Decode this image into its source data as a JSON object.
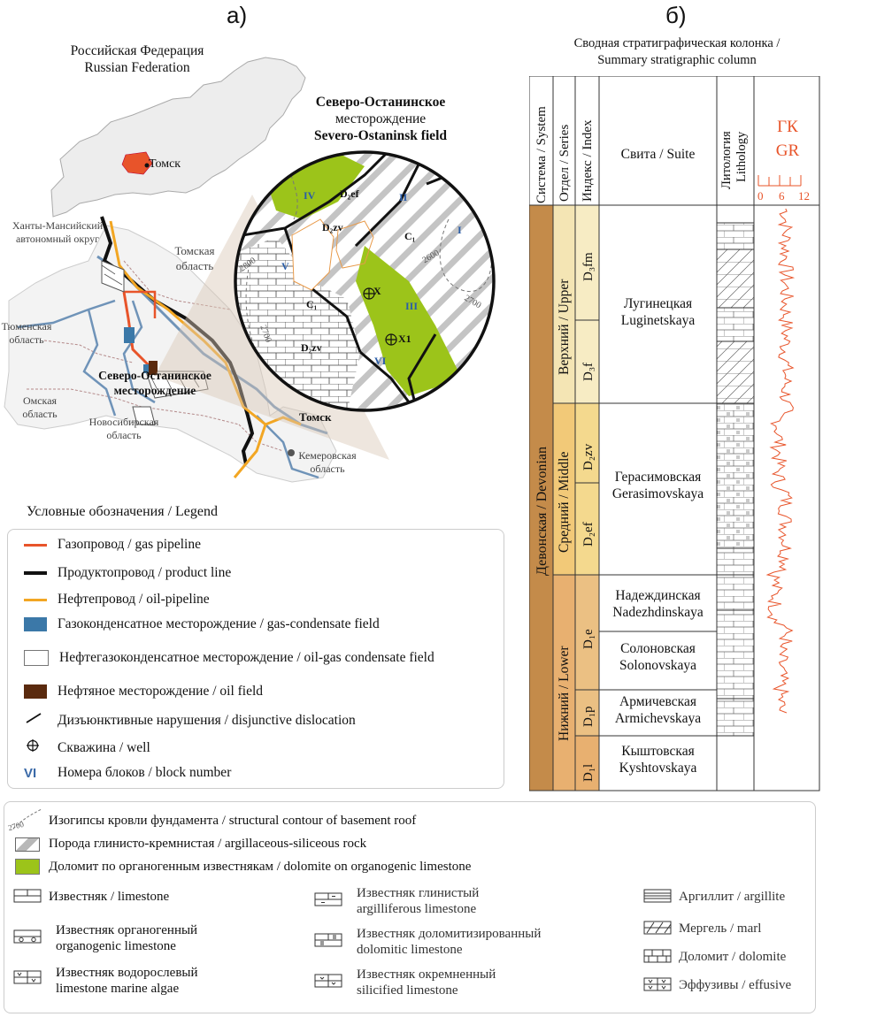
{
  "panels": {
    "a": "а)",
    "b": "б)"
  },
  "map": {
    "country_ru": "Российская Федерация",
    "country_en": "Russian Federation",
    "city": "Томск",
    "field_ru_line1": "Северо-Останинское",
    "field_ru_line2": "месторождение",
    "field_title_ru_1": "Северо-Останинское",
    "field_title_ru_2": "месторождение",
    "field_title_en": "Severo-Ostaninsk field",
    "regions": {
      "khmao_1": "Ханты-Мансийский",
      "khmao_2": "автономный округ",
      "tomsk_1": "Томская",
      "tomsk_2": "область",
      "tyumen_1": "Тюменская",
      "tyumen_2": "область",
      "omsk_1": "Омская",
      "omsk_2": "область",
      "novosib_1": "Новосибирская",
      "novosib_2": "область",
      "kemerovo_1": "Кемеровская",
      "kemerovo_2": "область",
      "tomsk_city": "Томск"
    }
  },
  "inset": {
    "blocks": [
      "I",
      "II",
      "III",
      "IV",
      "V",
      "VI"
    ],
    "strata": {
      "d2ef": "D₂ef",
      "d2zv_top": "D₂zv",
      "d2zv_bottom": "D₂zv",
      "c1_right": "C₁",
      "c1_left": "C₁"
    },
    "wells": {
      "x": "X",
      "x1": "X1"
    },
    "contours": {
      "c2600": "2600",
      "c2700": "2700",
      "c2800": "2800",
      "c2700b": "2700"
    }
  },
  "legend_top": {
    "title": "Условные обозначения / Legend",
    "items": [
      {
        "label": "Газопровод / gas pipeline",
        "color": "#e8542a"
      },
      {
        "label": "Продуктопровод / product line",
        "color": "#111111"
      },
      {
        "label": "Нефтепровод / oil-pipeline",
        "color": "#f2a623"
      },
      {
        "label": "Газоконденсатное месторождение / gas-condensate field",
        "color": "#3b78a8"
      },
      {
        "label": "Нефтегазоконденсатное месторождение / oil-gas condensate field",
        "color": "#ffffff"
      },
      {
        "label": "Нефтяное месторождение / oil field",
        "color": "#5a2a0e"
      },
      {
        "label": "Дизъюнктивные нарушения / disjunctive dislocation",
        "color": "#111111"
      },
      {
        "label": "Скважина / well",
        "color": "#111111"
      },
      {
        "label": "Номера блоков / block number",
        "color": "#3b6aa8"
      }
    ],
    "block_symbol": "VI"
  },
  "legend_bottom": {
    "contour_value": "2700",
    "contour": "Изогипсы кровли фундамента / structural contour of basement roof",
    "argillaceous": "Порода глинисто-кремнистая / argillaceous-siliceous rock",
    "dolomite_on": "Доломит по органогенным известнякам / dolomite on organogenic limestone",
    "limestone": "Известняк / limestone",
    "organogenic_ru": "Известняк органогенный",
    "organogenic_en": "organogenic limestone",
    "algae_ru": "Известняк водорослевый",
    "algae_en": "limestone marine algae",
    "argil_ru": "Известняк глинистый",
    "argil_en": "argilliferous limestone",
    "dolomitic_ru": "Известняк доломитизированный",
    "dolomitic_en": "dolomitic limestone",
    "silic_ru": "Известняк окремненный",
    "silic_en": "silicified limestone",
    "argillite": "Аргиллит / argillite",
    "marl": "Мергель / marl",
    "dolomite": "Доломит / dolomite",
    "effusive": "Эффузивы / effusive",
    "colors": {
      "dolomite_fill": "#9cc41a",
      "argillaceous": "#b8b8b8"
    }
  },
  "column": {
    "title_1": "Сводная стратиграфическая колонка /",
    "title_2": "Summary stratigraphic column",
    "headers": {
      "system": "Система / System",
      "series": "Отдел / Series",
      "index": "Индекс / Index",
      "suite": "Свита / Suite",
      "lith_ru": "Литология",
      "lith_en": "Lithology",
      "gr_ru": "ГК",
      "gr_en": "GR",
      "gr_ticks": [
        "0",
        "6",
        "12"
      ]
    },
    "system": "Девонская / Devonian",
    "series": [
      "Верхний / Upper",
      "Средний / Middle",
      "Нижний / Lower"
    ],
    "index": [
      "D₃fm",
      "D₃f",
      "D₂zv",
      "D₂ef",
      "D₁e",
      "D₁p",
      "D₁l"
    ],
    "suites": [
      {
        "ru": "Лугинецкая",
        "en": "Luginetskaya"
      },
      {
        "ru": "Герасимовская",
        "en": "Gerasimovskaya"
      },
      {
        "ru": "Надеждинская",
        "en": "Nadezhdinskaya"
      },
      {
        "ru": "Солоновская",
        "en": "Solonovskaya"
      },
      {
        "ru": "Армичевская",
        "en": "Armichevskaya"
      },
      {
        "ru": "Кыштовская",
        "en": "Kyshtovskaya"
      }
    ],
    "colors": {
      "system": "#c48b4a",
      "upper": "#f4e5b4",
      "middle": "#f2c978",
      "lower": "#e8b070",
      "index_light": "#f7ecc4",
      "gr": "#e8542a"
    }
  }
}
